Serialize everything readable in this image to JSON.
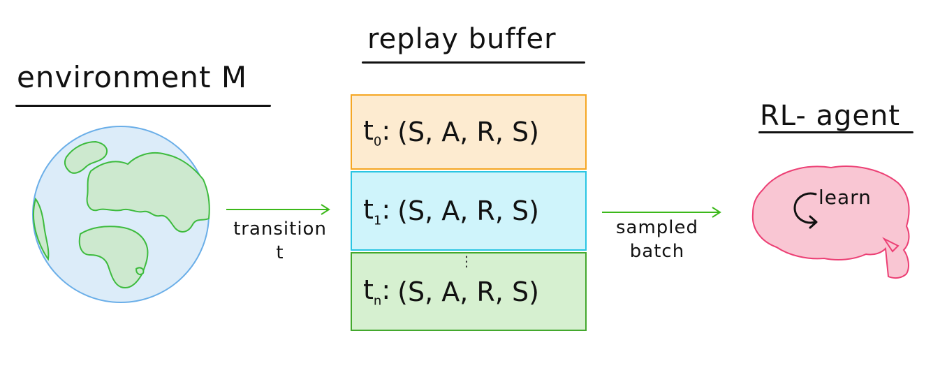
{
  "environment": {
    "heading": "environment M"
  },
  "replay_buffer": {
    "heading": "replay buffer",
    "slots": [
      {
        "index": "t",
        "subscript": "0",
        "tuple": "(S, A, R, S)",
        "color": "#fdebd0",
        "border": "#f5a623"
      },
      {
        "index": "t",
        "subscript": "1",
        "tuple": "(S, A, R, S)",
        "color": "#cff4fb",
        "border": "#29c5e3"
      },
      {
        "index": "t",
        "subscript": "n",
        "tuple": "(S, A, R, S)",
        "color": "#d6f0d0",
        "border": "#43a82d"
      }
    ],
    "ellipsis": "⋮"
  },
  "edges": {
    "transition_label": "transition",
    "transition_symbol": "t",
    "sampled_label_line1": "sampled",
    "sampled_label_line2": "batch",
    "arrow_color": "#3cb81a"
  },
  "agent": {
    "heading": "RL- agent",
    "learn_label": "learn",
    "brain_color": "#f9c6d3",
    "brain_stroke": "#ec3f74"
  },
  "globe": {
    "ocean_color": "#dcecf9",
    "land_color": "#cde9cf",
    "land_stroke": "#3dbb3d",
    "outline_color": "#6aaee8"
  }
}
